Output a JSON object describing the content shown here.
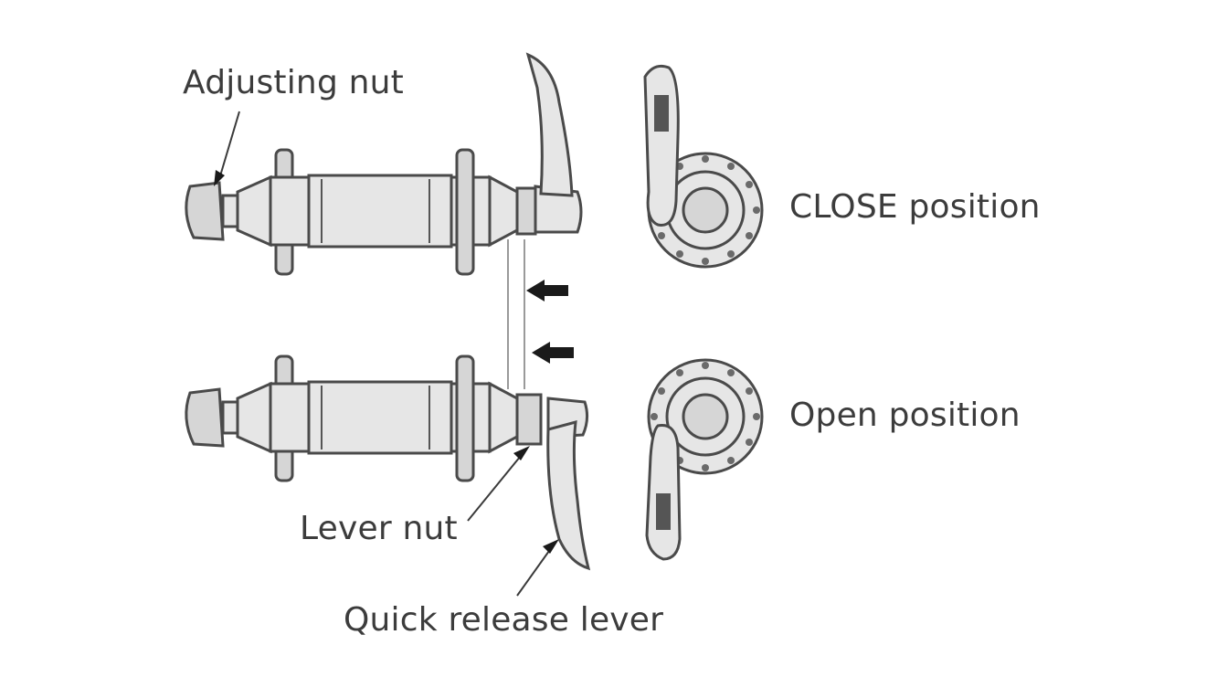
{
  "labels": {
    "adjusting_nut": "Adjusting nut",
    "close_position": "CLOSE position",
    "open_position": "Open position",
    "lever_nut": "Lever nut",
    "quick_release_lever": "Quick release lever"
  },
  "colors": {
    "text": "#3c3c3c",
    "part_fill": "#d6d6d6",
    "outline": "#4a4a4a",
    "arrow": "#1a1a1a",
    "background": "#ffffff"
  }
}
